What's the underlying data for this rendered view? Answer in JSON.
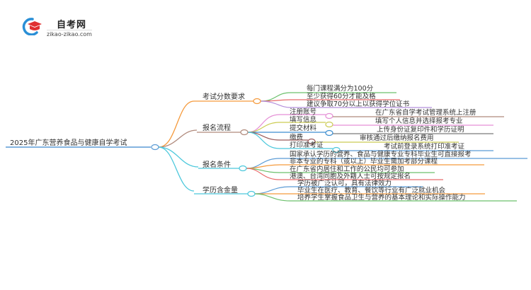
{
  "logo": {
    "title": "自考网",
    "subtitle": "zikao-zikao.com",
    "icon": "graduation-cap-icon",
    "colors": {
      "ring": "#2a8fd6",
      "cap": "#e03030"
    }
  },
  "root": {
    "label": "2025年广东营养食品与健康自学考试",
    "color": "#5b9bd5"
  },
  "branches": [
    {
      "label": "考试分数要求",
      "color": "#f59a3c",
      "children": [
        {
          "label": "每门课程满分为100分",
          "color": "#6cc06c"
        },
        {
          "label": "至少获得60分才能及格",
          "color": "#e86a6a"
        },
        {
          "label": "建议争取70分以上以获得学位证书",
          "color": "#b58fdc"
        }
      ]
    },
    {
      "label": "报名流程",
      "color": "#b08a7c",
      "children": [
        {
          "label": "注册账号",
          "color": "#e58fd6",
          "detail": "在广东省自学考试管理系统上注册",
          "detail_color": "#b08a7c"
        },
        {
          "label": "填写信息",
          "color": "#cccc55",
          "detail": "填写个人信息并选择报考专业",
          "detail_color": "#e58fd6"
        },
        {
          "label": "提交材料",
          "color": "#3d8ed0",
          "detail": "上传身份证复印件和学历证明",
          "detail_color": "#7a7a7a"
        },
        {
          "label": "缴费",
          "color": "#9a5a5a",
          "detail": "审核通过后缴纳报名费用",
          "detail_color": "#cccc55"
        },
        {
          "label": "打印准考证",
          "color": "#4cc8dc",
          "detail": "考试前登录系统打印准考证",
          "detail_color": "#5b9bd5"
        }
      ]
    },
    {
      "label": "报名条件",
      "color": "#4cc8dc",
      "children": [
        {
          "label": "国家承认学历的营养、食品与健康专业专科毕业生可直接报考",
          "color": "#5b9bd5"
        },
        {
          "label": "非本专业的专科（或以上）毕业生需加考部分课程",
          "color": "#f59a3c"
        },
        {
          "label": "在广东省内居住和工作的公民均可参加",
          "color": "#6cc06c"
        },
        {
          "label": "港澳、台湾同胞及外籍人士可按规定报名",
          "color": "#e86a6a"
        }
      ]
    },
    {
      "label": "学历含金量",
      "color": "#4cc8dc",
      "children": [
        {
          "label": "学历被广泛认可，具有法律效力",
          "color": "#5b9bd5"
        },
        {
          "label": "毕业生在医疗、教育、餐饮等行业有广泛就业机会",
          "color": "#f59a3c"
        },
        {
          "label": "培养学生掌握食品卫生与营养的基本理论和实际操作能力",
          "color": "#6cc06c"
        }
      ]
    }
  ]
}
